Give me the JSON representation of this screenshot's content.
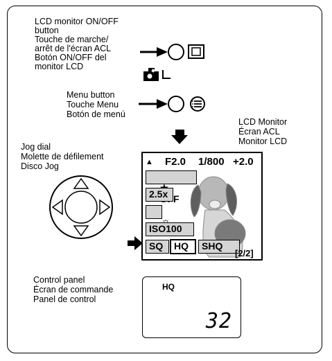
{
  "labels": {
    "lcd_button": [
      "LCD monitor ON/OFF",
      "button",
      "Touche de marche/",
      "arrêt de l'écran ACL",
      "Botón ON/OFF del",
      "monitor LCD"
    ],
    "menu_button": [
      "Menu button",
      "Touche Menu",
      "Botón de menú"
    ],
    "lcd_monitor": [
      "LCD Monitor",
      "Écran ACL",
      "Monitor LCD"
    ],
    "jog_dial": [
      "Jog dial",
      "Molette de défilement",
      "Disco Jog"
    ],
    "control_panel": [
      "Control panel",
      "Écran de commande",
      "Panel de control"
    ]
  },
  "lcd_screen": {
    "mode_indicator": "▲",
    "aperture": "F2.0",
    "shutter": "1/800",
    "exposure": "+2.0",
    "menu": {
      "off_value": "OFF",
      "zoom": "2.5x",
      "iso": "ISO100",
      "quality_options": [
        "SQ",
        "HQ",
        "SHQ"
      ],
      "selected_quality": "HQ",
      "page_indicator": "[2/2]"
    }
  },
  "control_panel_display": {
    "mode": "HQ",
    "count": "32"
  },
  "icons": {
    "menu_star": "star-icon",
    "white_balance": "sun-icon",
    "lcd_button": "lcd-monitor-icon",
    "menu_button": "menu-list-icon"
  }
}
